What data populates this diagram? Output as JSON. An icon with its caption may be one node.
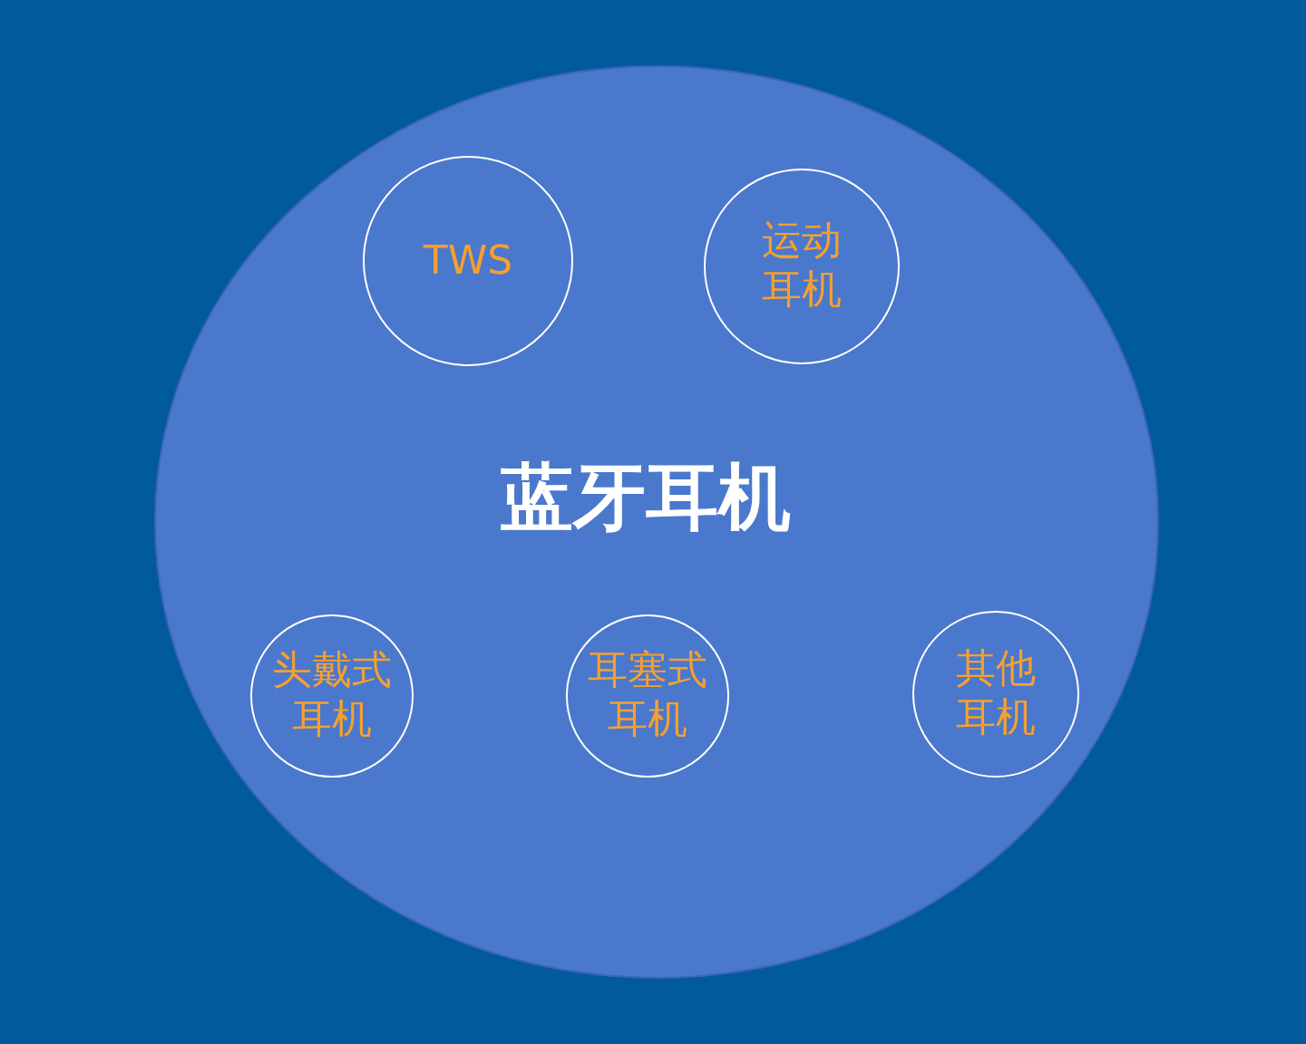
{
  "diagram": {
    "nodes": [
      {
        "text": [
          "蓝牙耳机"
        ]
      },
      {
        "text": [
          "TWS"
        ],
        "in": 0
      },
      {
        "text": [
          "运动耳机"
        ],
        "in": 0
      },
      {
        "text": [
          "头戴式耳机"
        ],
        "in": 0
      },
      {
        "text": [
          "耳塞式耳机"
        ],
        "in": 0
      },
      {
        "text": [
          "其他耳机"
        ],
        "in": 0
      }
    ]
  }
}
